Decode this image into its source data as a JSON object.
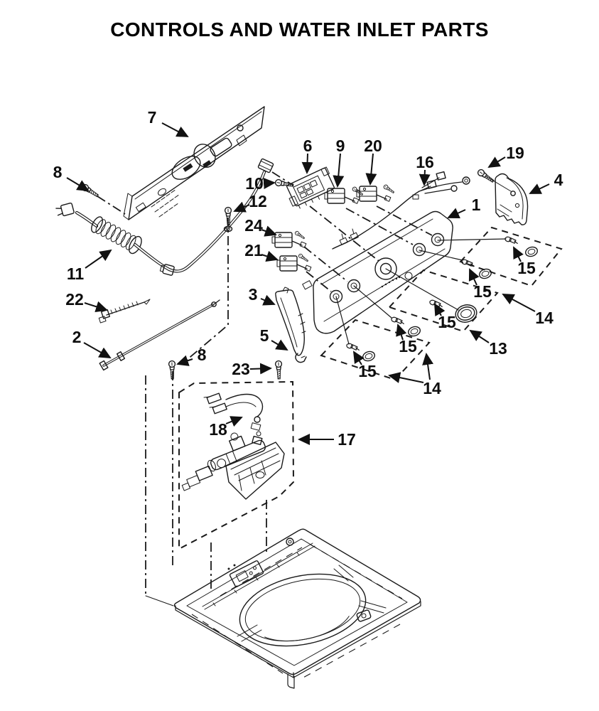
{
  "header": {
    "title": "CONTROLS AND WATER INLET PARTS"
  },
  "colors": {
    "ink": "#1a1a1a",
    "background": "#ffffff"
  },
  "diagram": {
    "callouts": [
      {
        "n": "1",
        "label": [
          670,
          288
        ],
        "arrows": [
          [
            655,
            295,
            631,
            306
          ]
        ]
      },
      {
        "n": "2",
        "label": [
          108,
          474
        ],
        "arrows": [
          [
            118,
            482,
            155,
            503
          ]
        ]
      },
      {
        "n": "3",
        "label": [
          356,
          414
        ],
        "arrows": [
          [
            367,
            420,
            386,
            428
          ]
        ]
      },
      {
        "n": "4",
        "label": [
          786,
          253
        ],
        "arrows": [
          [
            773,
            259,
            746,
            272
          ]
        ]
      },
      {
        "n": "5",
        "label": [
          372,
          472
        ],
        "arrows": [
          [
            382,
            479,
            404,
            492
          ]
        ]
      },
      {
        "n": "6",
        "label": [
          433,
          205
        ],
        "arrows": [
          [
            433,
            216,
            432,
            243
          ]
        ]
      },
      {
        "n": "7",
        "label": [
          214,
          165
        ],
        "arrows": [
          [
            228,
            173,
            264,
            192
          ]
        ]
      },
      {
        "n": "8",
        "label": [
          81,
          242
        ],
        "arrows": [
          [
            94,
            250,
            124,
            268
          ]
        ]
      },
      {
        "n": "8",
        "label": [
          284,
          499
        ],
        "arrows": [
          [
            271,
            505,
            250,
            512
          ]
        ]
      },
      {
        "n": "9",
        "label": [
          479,
          205
        ],
        "arrows": [
          [
            479,
            216,
            475,
            262
          ]
        ]
      },
      {
        "n": "10",
        "label": [
          358,
          258
        ],
        "arrows": [
          [
            371,
            258,
            386,
            257
          ]
        ]
      },
      {
        "n": "11",
        "label": [
          106,
          385
        ],
        "arrows": [
          [
            120,
            377,
            156,
            352
          ]
        ]
      },
      {
        "n": "12",
        "label": [
          363,
          283
        ],
        "arrows": [
          [
            351,
            288,
            330,
            297
          ]
        ]
      },
      {
        "n": "13",
        "label": [
          701,
          490
        ],
        "arrows": [
          [
            688,
            482,
            662,
            465
          ]
        ]
      },
      {
        "n": "14",
        "label": [
          766,
          447
        ],
        "arrows": [
          [
            753,
            438,
            708,
            414
          ]
        ]
      },
      {
        "n": "14",
        "label": [
          608,
          546
        ],
        "arrows": [
          [
            596,
            538,
            548,
            528
          ],
          [
            605,
            534,
            600,
            498
          ]
        ]
      },
      {
        "n": "15",
        "label": [
          741,
          377
        ],
        "arrows": [
          [
            733,
            368,
            723,
            348
          ]
        ]
      },
      {
        "n": "15",
        "label": [
          679,
          410
        ],
        "arrows": [
          [
            671,
            401,
            661,
            379
          ]
        ]
      },
      {
        "n": "15",
        "label": [
          629,
          453
        ],
        "arrows": [
          [
            621,
            444,
            612,
            428
          ]
        ]
      },
      {
        "n": "15",
        "label": [
          574,
          487
        ],
        "arrows": [
          [
            567,
            478,
            560,
            457
          ]
        ]
      },
      {
        "n": "15",
        "label": [
          517,
          522
        ],
        "arrows": [
          [
            509,
            513,
            498,
            495
          ]
        ]
      },
      {
        "n": "16",
        "label": [
          598,
          228
        ],
        "arrows": [
          [
            598,
            239,
            597,
            260
          ]
        ]
      },
      {
        "n": "17",
        "label": [
          488,
          618
        ],
        "arrows": [
          [
            470,
            618,
            421,
            618
          ]
        ]
      },
      {
        "n": "18",
        "label": [
          307,
          604
        ],
        "arrows": [
          [
            318,
            596,
            340,
            587
          ]
        ]
      },
      {
        "n": "19",
        "label": [
          725,
          215
        ],
        "arrows": [
          [
            711,
            221,
            688,
            235
          ]
        ]
      },
      {
        "n": "20",
        "label": [
          525,
          205
        ],
        "arrows": [
          [
            525,
            216,
            521,
            259
          ]
        ]
      },
      {
        "n": "21",
        "label": [
          357,
          352
        ],
        "arrows": [
          [
            368,
            358,
            390,
            365
          ]
        ]
      },
      {
        "n": "22",
        "label": [
          105,
          421
        ],
        "arrows": [
          [
            119,
            426,
            150,
            436
          ]
        ]
      },
      {
        "n": "23",
        "label": [
          339,
          519
        ],
        "arrows": [
          [
            352,
            519,
            381,
            518
          ]
        ]
      },
      {
        "n": "24",
        "label": [
          357,
          317
        ],
        "arrows": [
          [
            368,
            323,
            388,
            330
          ]
        ]
      }
    ]
  }
}
